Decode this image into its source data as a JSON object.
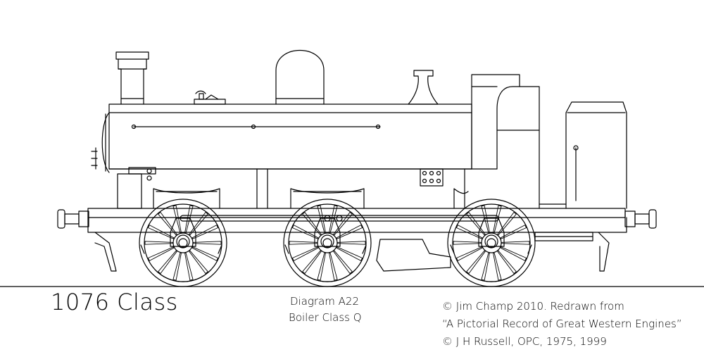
{
  "drawing": {
    "title": "1076 Class",
    "diagram": "Diagram A22",
    "boiler_class": "Boiler Class Q",
    "credit_lines": [
      "© Jim Champ 2010. Redrawn from",
      "“A Pictorial Record of Great Western Engines”",
      "© J H Russell, OPC, 1975, 1999"
    ]
  }
}
